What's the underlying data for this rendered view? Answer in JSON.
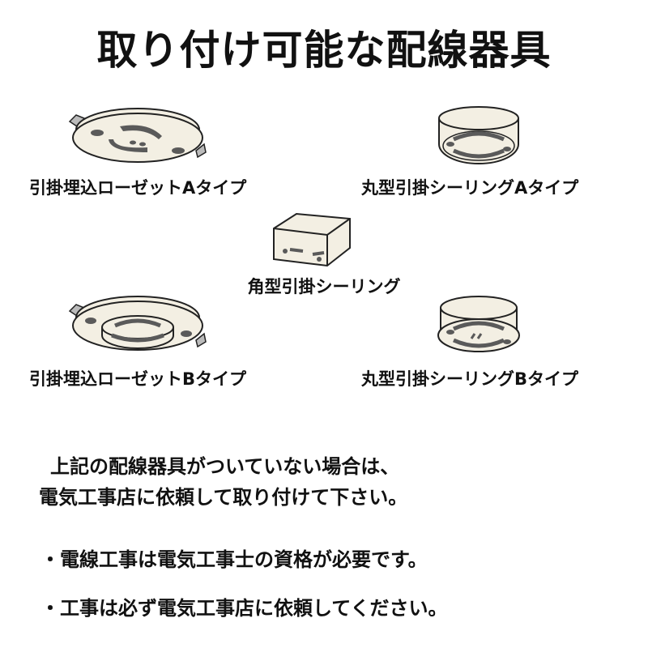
{
  "title": "取り付け可能な配線器具",
  "devices": [
    {
      "label": "引掛埋込ローゼットAタイプ",
      "icon": "ceiling-rosette-a-icon"
    },
    {
      "label": "丸型引掛シーリングAタイプ",
      "icon": "round-ceiling-a-icon"
    },
    {
      "label": "角型引掛シーリング",
      "icon": "square-ceiling-icon"
    },
    {
      "label": "引掛埋込ローゼットBタイプ",
      "icon": "ceiling-rosette-b-icon"
    },
    {
      "label": "丸型引掛シーリングBタイプ",
      "icon": "round-ceiling-b-icon"
    }
  ],
  "notice": {
    "line1": "上記の配線器具がついていない場合は、",
    "line2": "電気工事店に依頼して取り付けて下さい。"
  },
  "bullets": [
    "・電線工事は電気工事士の資格が必要です。",
    "・工事は必ず電気工事店に依頼してください。"
  ],
  "colors": {
    "body": "#f3efe3",
    "slot": "#5a5a5a",
    "outline": "#222222"
  }
}
